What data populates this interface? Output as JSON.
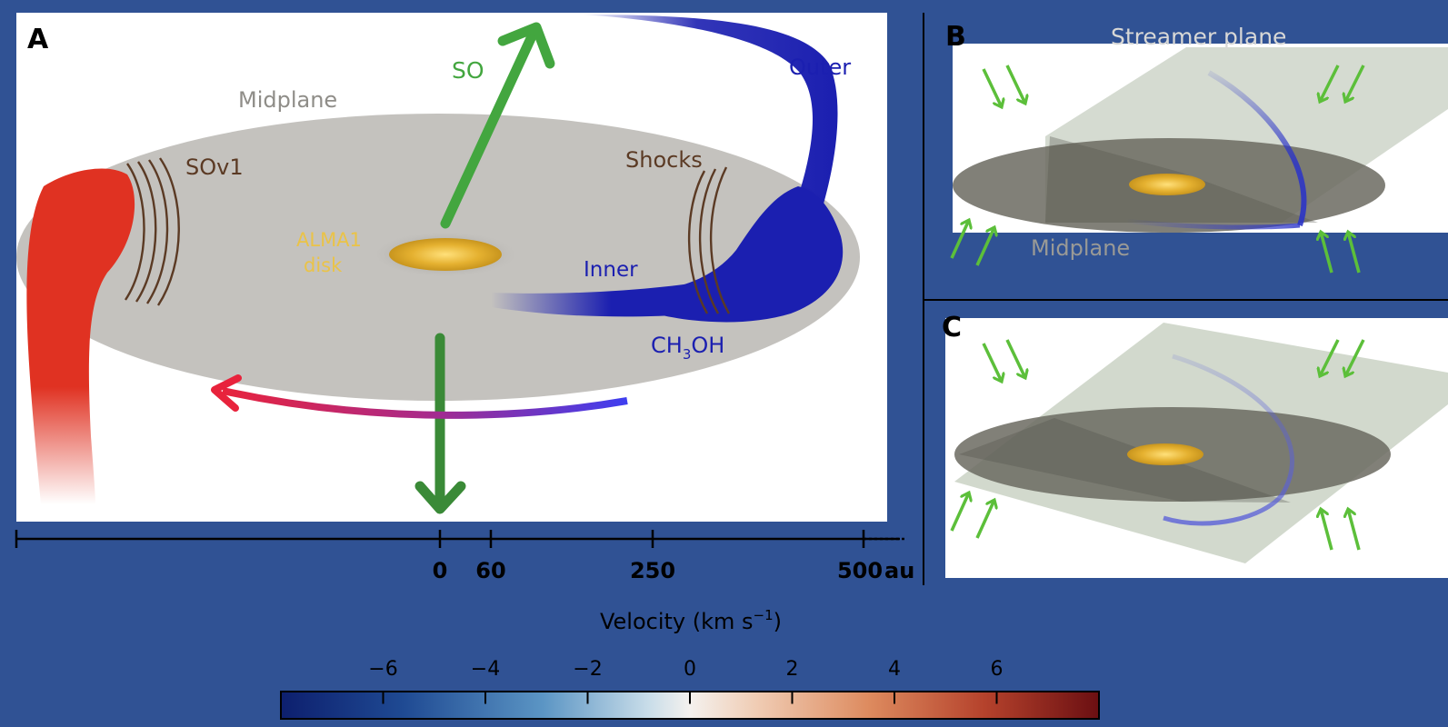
{
  "panel_a": {
    "letter": "A",
    "labels": {
      "so": "SO",
      "outer": "Outer",
      "midplane": "Midplane",
      "sov1": "SOv1",
      "shocks": "Shocks",
      "alma_line1": "ALMA1",
      "alma_line2": "disk",
      "inner": "Inner",
      "ch3oh_main": "CH",
      "ch3oh_sub": "3",
      "ch3oh_tail": "OH"
    },
    "scale": {
      "ticks": [
        "0",
        "60",
        "250",
        "500"
      ],
      "unit": "au"
    }
  },
  "panel_b": {
    "letter": "B",
    "labels": {
      "streamer_plane": "Streamer plane",
      "midplane": "Midplane"
    }
  },
  "panel_c": {
    "letter": "C"
  },
  "colorbar": {
    "title": "Velocity (km s",
    "title_exp": "−1",
    "title_close": ")",
    "ticks": [
      "−6",
      "−4",
      "−2",
      "0",
      "2",
      "4",
      "6"
    ],
    "colors": {
      "negative": "#0d1f6e",
      "zero": "#f4f1ee",
      "positive": "#6b0f12"
    }
  },
  "colors": {
    "background": "#305294",
    "disk": "#c4c2be",
    "outflow_green": "#43a63f",
    "streamer_blue": "#1b1fb0",
    "streamer_red": "#e03222",
    "shock_brown": "#5b3a24",
    "inset_arrow_green": "#5cbf3a"
  }
}
